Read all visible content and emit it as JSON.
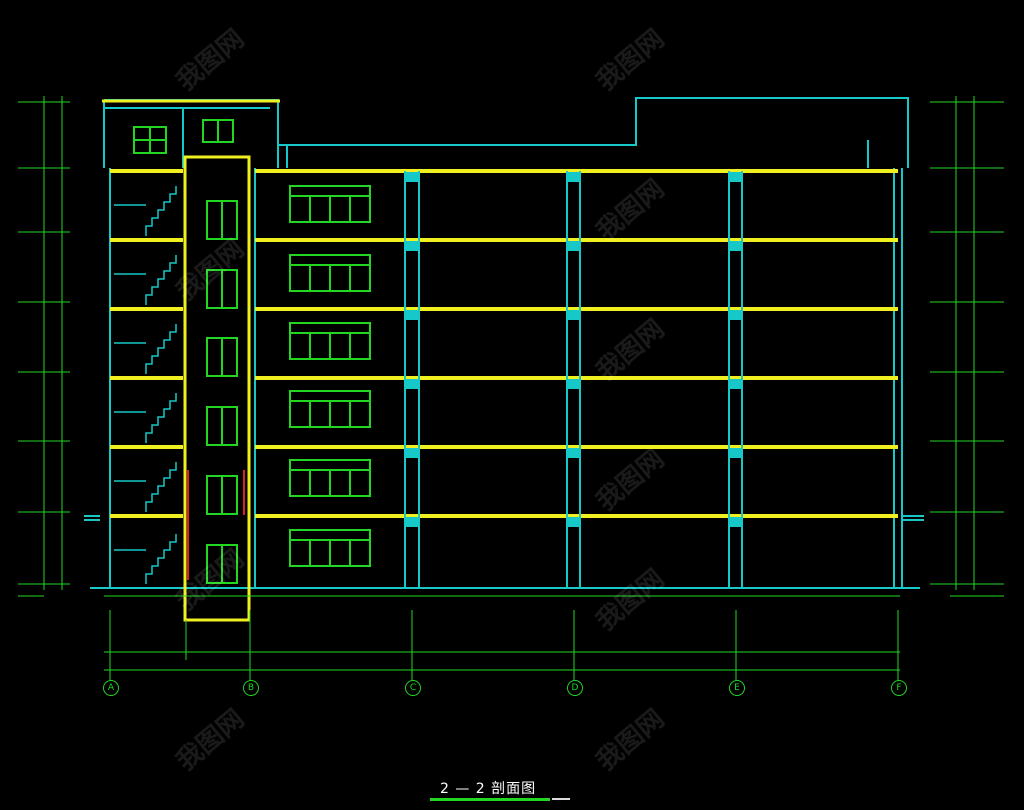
{
  "drawing": {
    "title": "2 — 2 剖面图",
    "axes": [
      "A",
      "B",
      "C",
      "D",
      "E",
      "F"
    ],
    "watermark": "我图网"
  },
  "colors": {
    "background": "#000000",
    "slab": "#f0f020",
    "column": "#17c8c8",
    "window": "#22d622",
    "dimension": "#22d622",
    "stair": "#17c8c8",
    "red_accent": "#e02020"
  }
}
